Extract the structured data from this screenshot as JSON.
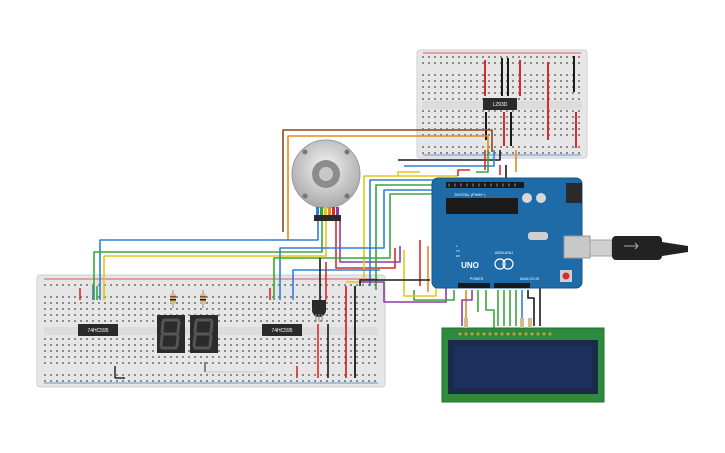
{
  "components": {
    "breadcrumb_small": {
      "chip_label": "L293D"
    },
    "breadcrumb_large": {
      "chip_left_label": "74HC595",
      "chip_right_label": "74HC595"
    },
    "arduino": {
      "model": "UNO",
      "brand": "ARDUINO",
      "digital_label": "DIGITAL (PWM~)",
      "power_label": "POWER",
      "analog_label": "ANALOG IN",
      "tx_label": "TX",
      "rx_label": "RX",
      "l_label": "L"
    },
    "seven_segment": {
      "digits": [
        "8",
        "8"
      ]
    },
    "lcd": {
      "type": "16x2 LCD"
    },
    "motor": {
      "type": "DC motor"
    },
    "sensor": {
      "type": "temperature sensor"
    }
  },
  "colors": {
    "breadboard": "#e8e8e8",
    "arduino_blue": "#1e6ba8",
    "wire_red": "#d92b2b",
    "wire_black": "#1a1a1a",
    "wire_green": "#3aa63a",
    "wire_yellow": "#e6c619",
    "wire_orange": "#e8891a",
    "wire_blue": "#2e7fd6",
    "wire_purple": "#8e3aa8",
    "wire_brown": "#8a4a1e",
    "lcd_green": "#2e8b3e",
    "lcd_screen": "#1d2f5c"
  }
}
